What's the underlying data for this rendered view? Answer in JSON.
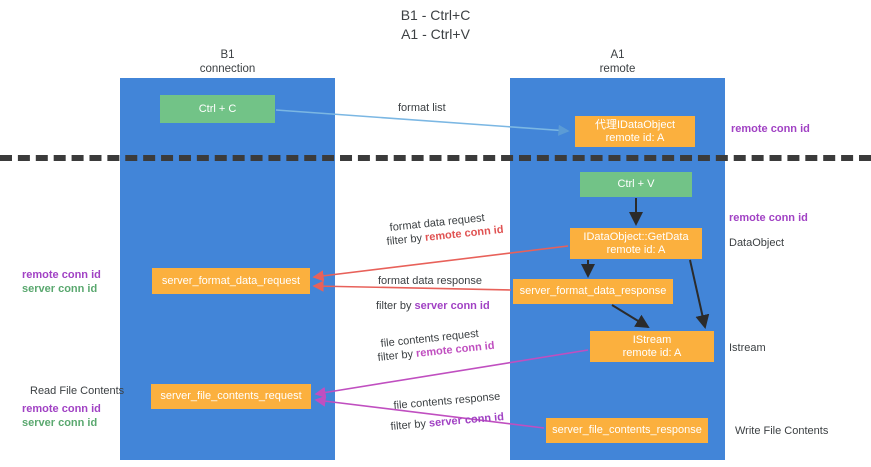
{
  "title": "B1 - Ctrl+C\nA1 - Ctrl+V",
  "columns": {
    "left": {
      "name": "B1",
      "role": "connection",
      "header": "B1\nconnection"
    },
    "right": {
      "name": "A1",
      "role": "remote",
      "header": "A1\nremote"
    }
  },
  "colors": {
    "lane": "#4285d8",
    "green_node": "#72c387",
    "orange_node": "#fbb03e",
    "divider": "#3b3b3b",
    "remote_conn_id": "#a142c4",
    "server_conn_id": "#5aa86f",
    "arrow_format_list": "#7bb7e3",
    "arrow_format_data": "#e8615a",
    "arrow_file_contents": "#c04fc0",
    "arrow_local": "#2b2b2b",
    "text": "#3c4043"
  },
  "nodes": {
    "ctrl_c": {
      "label": "Ctrl + C",
      "lane": "left",
      "type": "green"
    },
    "idataobject": {
      "line1": "代理IDataObject",
      "line2": "remote id: A",
      "lane": "right",
      "type": "orange"
    },
    "ctrl_v": {
      "label": "Ctrl + V",
      "lane": "right",
      "type": "green"
    },
    "getdata": {
      "line1": "IDataObject::GetData",
      "line2": "remote id: A",
      "lane": "right",
      "type": "orange"
    },
    "server_format_data_request": {
      "label": "server_format_data_request",
      "lane": "left",
      "type": "orange"
    },
    "server_format_data_response": {
      "label": "server_format_data_response",
      "lane": "right",
      "type": "orange"
    },
    "istream": {
      "line1": "IStream",
      "line2": "remote id: A",
      "lane": "right",
      "type": "orange"
    },
    "server_file_contents_request": {
      "label": "server_file_contents_request",
      "lane": "left",
      "type": "orange"
    },
    "server_file_contents_response": {
      "label": "server_file_contents_response",
      "lane": "right",
      "type": "orange"
    }
  },
  "edge_labels": {
    "format_list": "format list",
    "format_data_request": "format data request",
    "format_data_request_filter_prefix": "filter by ",
    "format_data_request_filter_key": "remote conn id",
    "format_data_response": "format data response",
    "format_data_response_filter_prefix": "filter by ",
    "format_data_response_filter_key": "server conn id",
    "file_contents_request": "file contents request",
    "file_contents_request_filter_prefix": "filter by ",
    "file_contents_request_filter_key": "remote conn id",
    "file_contents_response": "file contents response",
    "file_contents_response_filter_prefix": "filter by ",
    "file_contents_response_filter_key": "server conn id"
  },
  "annotations": {
    "right_remote_conn_id_top": "remote conn id",
    "right_remote_conn_id_mid": "remote conn id",
    "right_dataobject": "DataObject",
    "right_istream": "Istream",
    "right_write_file_contents": "Write File Contents",
    "left_remote_conn_id_1": "remote conn id",
    "left_server_conn_id_1": "server conn id",
    "left_read_file_contents": "Read File Contents",
    "left_remote_conn_id_2": "remote conn id",
    "left_server_conn_id_2": "server conn id"
  }
}
